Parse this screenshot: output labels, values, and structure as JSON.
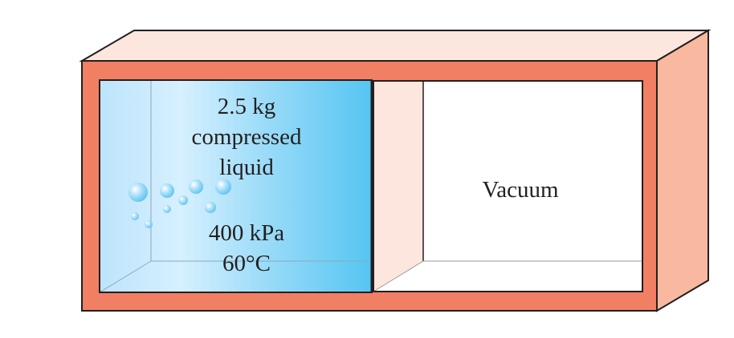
{
  "left_chamber": {
    "mass_label": "2.5 kg",
    "state_line1": "compressed",
    "state_line2": "liquid",
    "pressure_label": "400 kPa",
    "temperature_label": "60°C"
  },
  "right_chamber": {
    "label": "Vacuum"
  },
  "colors": {
    "tank_front": "#f07f64",
    "tank_top": "#fde6dd",
    "tank_side": "#f9b9a0",
    "tank_outline": "#231f20",
    "liquid_light": "#d3efff",
    "liquid_dark": "#5ac8f3",
    "partition": "#231f20",
    "interior_side_wall": "#fde6dd",
    "vacuum_back": "#ffffff"
  },
  "icons": [
    "bubbles"
  ]
}
